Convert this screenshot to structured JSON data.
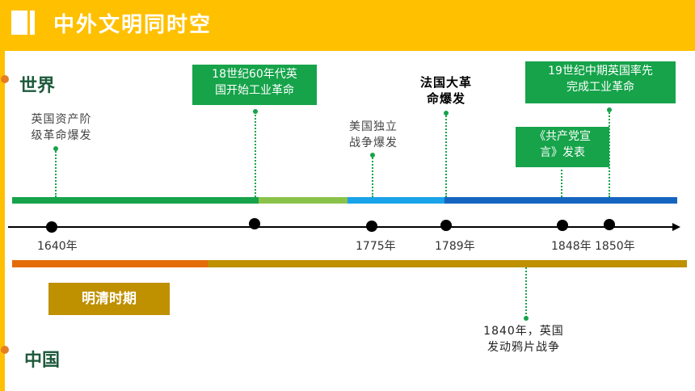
{
  "header": {
    "title": "中外文明同时空"
  },
  "regions": {
    "world": "世界",
    "china": "中国"
  },
  "years": {
    "y1640": "1640年",
    "y1775": "1775年",
    "y1789": "1789年",
    "y1848": "1848年",
    "y1850": "1850年"
  },
  "events": {
    "e1640": [
      "英国资产阶",
      "级革命爆发"
    ],
    "e18c": [
      "18世纪60年代英",
      "国开始工业革命"
    ],
    "e1775": [
      "美国独立",
      "战争爆发"
    ],
    "e1789": [
      "法国大革",
      "命爆发"
    ],
    "e1848": [
      "《共产党宣",
      "言》发表"
    ],
    "e19c": [
      "19世纪中期英国率先",
      "完成工业革命"
    ],
    "e1840": [
      "1840年，英国",
      "发动鸦片战争"
    ]
  },
  "period_label": "明清时期",
  "colors": {
    "header": "#FFC000",
    "box_green": "#16A34A",
    "world_green": "#16A34A",
    "world_light_green": "#8BC34A",
    "world_sky_blue": "#1AA3E8",
    "world_blue": "#1565C0",
    "china_orange": "#E46C0A",
    "china_gold": "#BF9000",
    "region_text": "#1E5A3C"
  },
  "icons": {
    "header": "title-block-icon"
  }
}
